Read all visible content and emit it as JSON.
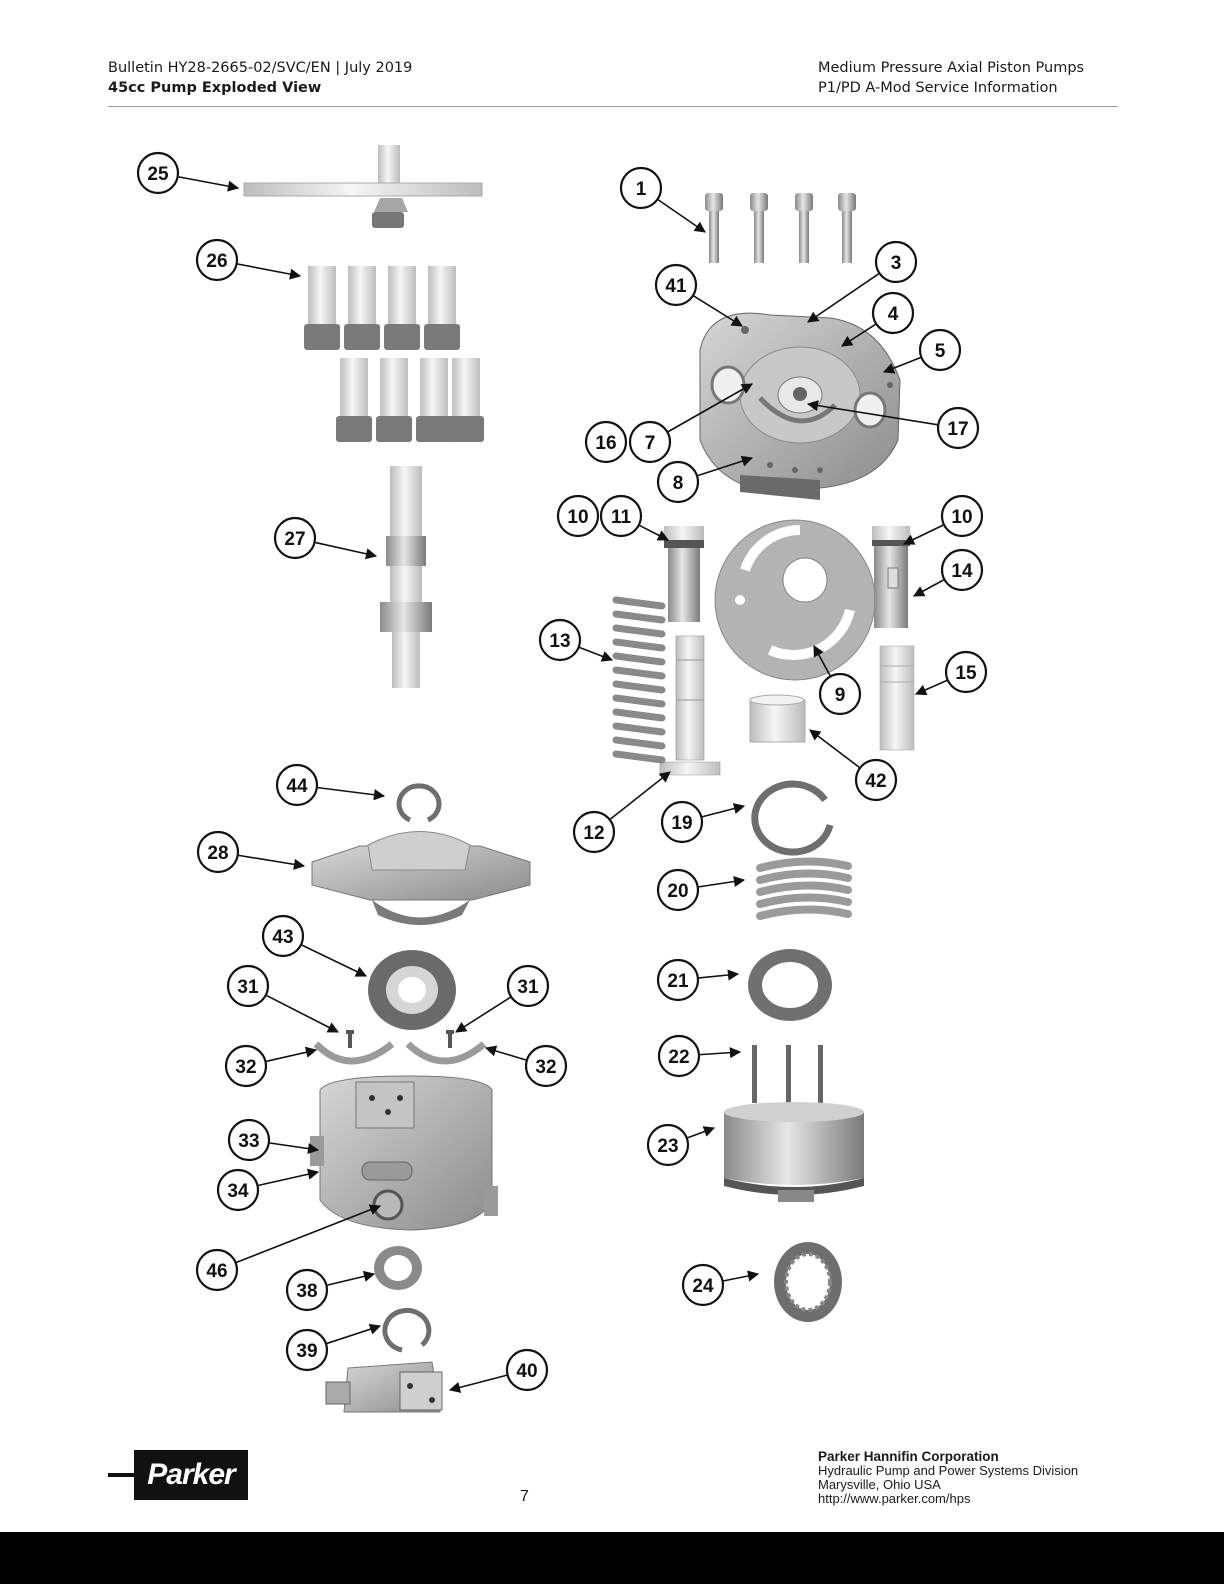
{
  "header": {
    "left_line1": "Bulletin HY28-2665-02/SVC/EN | July 2019",
    "left_line2": "45cc Pump Exploded View",
    "right_line1": "Medium Pressure Axial Piston Pumps",
    "right_line2": "P1/PD A-Mod Service Information"
  },
  "callouts": [
    "1",
    "3",
    "41",
    "4",
    "5",
    "16",
    "7",
    "17",
    "8",
    "10",
    "11",
    "10",
    "14",
    "13",
    "9",
    "15",
    "42",
    "12",
    "19",
    "25",
    "26",
    "27",
    "44",
    "28",
    "43",
    "31",
    "31",
    "32",
    "32",
    "33",
    "34",
    "46",
    "38",
    "39",
    "40",
    "20",
    "21",
    "22",
    "23",
    "24"
  ],
  "footer": {
    "logo_text": "Parker",
    "page_number": "7",
    "corp_name": "Parker Hannifin Corporation",
    "corp_division": "Hydraulic Pump and Power Systems Division",
    "corp_location": "Marysville, Ohio USA",
    "corp_url": "http://www.parker.com/hps"
  },
  "colors": {
    "part_fill": "#b8b8b8",
    "part_dark": "#6e6e6e",
    "part_light": "#e2e2e2",
    "band": "#000000"
  }
}
